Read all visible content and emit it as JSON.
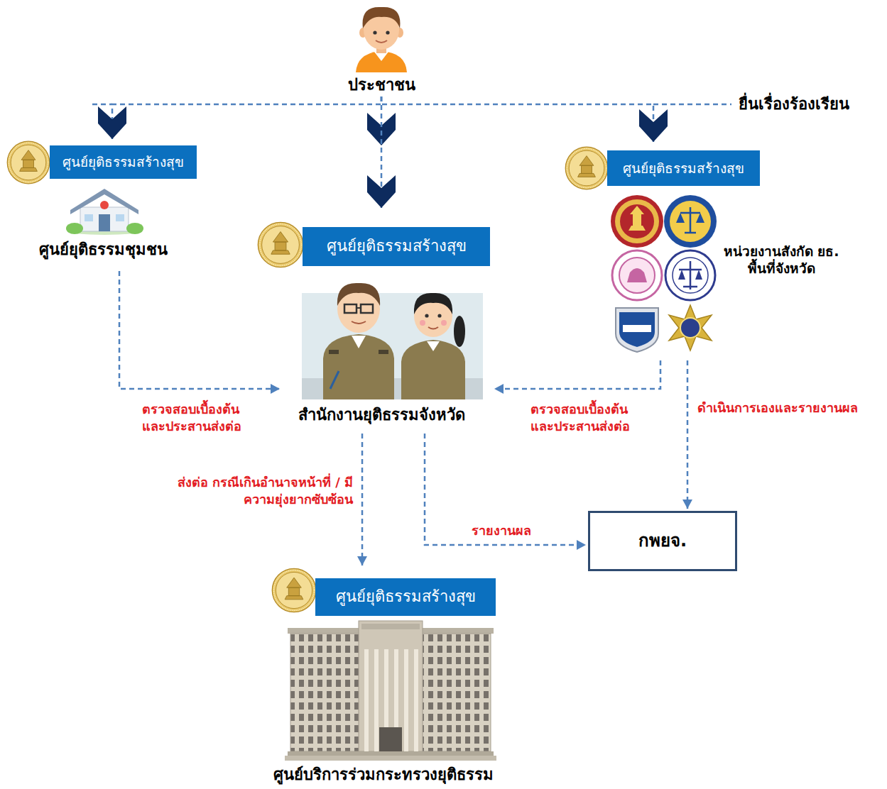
{
  "diagram": {
    "nodes": [
      {
        "text": [
          "ประชาชน"
        ]
      },
      {
        "text": [
          "ศูนย์ยุติธรรมสร้างสุข",
          "ศูนย์ยุติธรรมชุมชน"
        ]
      },
      {
        "text": [
          "ศูนย์ยุติธรรมสร้างสุข",
          "สำนักงานยุติธรรมจังหวัด"
        ]
      },
      {
        "text": [
          "ศูนย์ยุติธรรมสร้างสุข",
          "หน่วยงานสังกัด ยธ. พื้นที่จังหวัด"
        ]
      },
      {
        "text": [
          "กพยจ."
        ]
      },
      {
        "text": [
          "ศูนย์ยุติธรรมสร้างสุข",
          "ศูนย์บริการร่วมกระทรวงยุติธรรม"
        ]
      }
    ],
    "edges": [
      {
        "from": 0,
        "to": 1,
        "arrow": "to"
      },
      {
        "from": 0,
        "to": 2,
        "arrow": "to"
      },
      {
        "from": 0,
        "to": 3,
        "arrow": "to"
      },
      {
        "from": 1,
        "to": 2,
        "label": "ตรวจสอบเบื้องต้น และประสานส่งต่อ",
        "arrow": "to"
      },
      {
        "from": 3,
        "to": 2,
        "label": "ตรวจสอบเบื้องต้น และประสานส่งต่อ",
        "arrow": "to"
      },
      {
        "from": 3,
        "to": 4,
        "label": "ดำเนินการเองและรายงานผล",
        "arrow": "to"
      },
      {
        "from": 2,
        "to": 5,
        "label": "ส่งต่อ กรณีเกินอำนาจหน้าที่ / มีความยุ่งยากซับซ้อน",
        "arrow": "to"
      },
      {
        "from": 2,
        "to": 4,
        "label": "รายงานผล",
        "arrow": "to"
      }
    ],
    "labels": [
      "ยื่นเรื่องร้องเรียน"
    ]
  }
}
